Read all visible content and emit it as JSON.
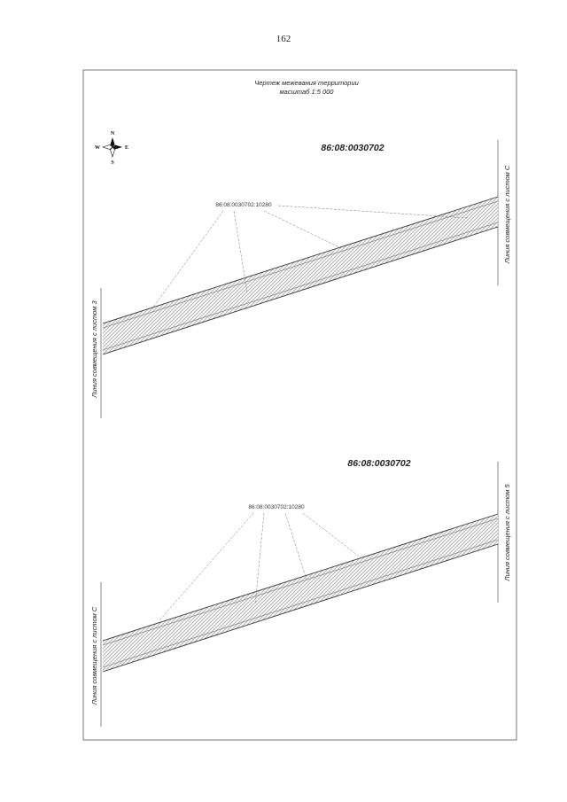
{
  "page_number": "162",
  "drawing": {
    "title": "Чертеж межевания территории",
    "scale": "масштаб 1:5 000"
  },
  "compass": {
    "n": "N",
    "s": "S",
    "e": "E",
    "w": "W"
  },
  "upper_panel": {
    "quarter_number": "86:08:0030702",
    "parcel_label": "86:08:0030702:10280",
    "left_match_line": "Линия совмещения с листом 3",
    "right_match_line": "Линия совмещения с листом С"
  },
  "lower_panel": {
    "quarter_number": "86:08:0030702",
    "parcel_label": "86:08:0030702:10280",
    "left_match_line": "Линия совмещения с листом С",
    "right_match_line": "Линия совмещения с листом 5"
  },
  "colors": {
    "frame": "#555555",
    "road_border": "#333333",
    "hatch": "#8a8a8a",
    "leader": "#777777"
  }
}
